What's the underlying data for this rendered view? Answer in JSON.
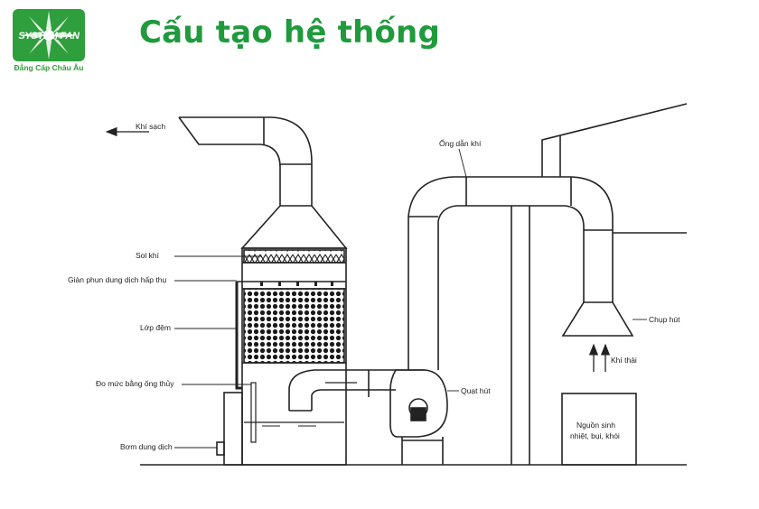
{
  "logo": {
    "brand": "SYSTEM FAN",
    "tagline": "Đẳng Cấp Châu Âu"
  },
  "title": "Cấu tạo hệ thống",
  "labels": {
    "clean_air": "Khí sạch",
    "duct": "Ống dẫn khí",
    "mist": "Sol khí",
    "spray_rack": "Giàn phun dung dịch hấp thụ",
    "packing": "Lớp đệm",
    "level_gauge": "Đo mức bằng ống thủy",
    "pump": "Bơm dung dịch",
    "fan": "Quạt hút",
    "hood": "Chụp hút",
    "exhaust": "Khí thải",
    "source_line1": "Nguồn sinh",
    "source_line2": "nhiệt, bụi, khói"
  },
  "colors": {
    "brand_green": "#1f9a3c",
    "line": "#222222"
  }
}
